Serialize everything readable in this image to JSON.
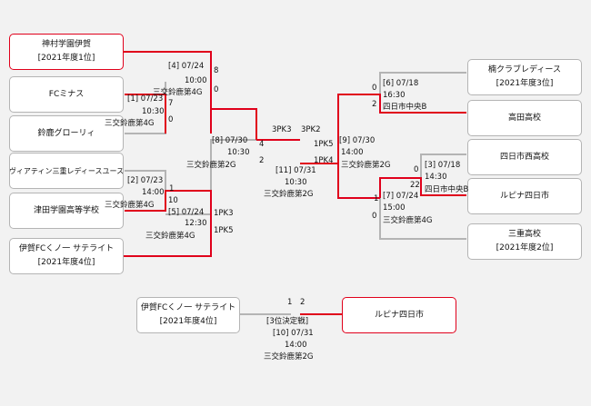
{
  "teams": {
    "kamimura": {
      "name": "神村学園伊賀",
      "note": "[2021年度1位]"
    },
    "fc_minasu": {
      "name": "FCミナス"
    },
    "suzuka_glory": {
      "name": "鈴鹿グローリィ"
    },
    "viatin": {
      "name": "ヴィアティン三重レディースユース"
    },
    "tsuda": {
      "name": "津田学園高等学校"
    },
    "iga_satellite": {
      "name": "伊賀FCくノ一 サテライト",
      "note": "[2021年度4位]"
    },
    "kusu": {
      "name": "楠クラブレディース",
      "note": "[2021年度3位]"
    },
    "takada": {
      "name": "高田高校"
    },
    "yokkaichi_nishi": {
      "name": "四日市西高校"
    },
    "rupina_yokkaichi": {
      "name": "ルピナ四日市"
    },
    "mie": {
      "name": "三重高校",
      "note": "[2021年度2位]"
    },
    "third_iga": {
      "name": "伊賀FCくノ一 サテライト",
      "note": "[2021年度4位]"
    },
    "third_rupina": {
      "name": "ルピナ四日市"
    }
  },
  "matches": {
    "m1": {
      "label": "[1] 07/23",
      "time": "10:30",
      "venue": "三交鈴鹿第4G",
      "score_top": "7",
      "score_bottom": "0"
    },
    "m2": {
      "label": "[2] 07/23",
      "time": "14:00",
      "venue": "三交鈴鹿第4G",
      "score_top": "1",
      "score_bottom": "10"
    },
    "m3": {
      "label": "[3] 07/18",
      "time": "14:30",
      "venue": "四日市中央B",
      "score_top": "0",
      "score_bottom": "22"
    },
    "m4": {
      "label": "[4] 07/24",
      "time": "10:00",
      "venue": "三交鈴鹿第4G",
      "score_top": "8",
      "score_bottom": "0"
    },
    "m5": {
      "label": "[5] 07/24",
      "time": "12:30",
      "venue": "三交鈴鹿第4G",
      "score_top": "1PK3",
      "score_bottom": "1PK5"
    },
    "m6": {
      "label": "[6] 07/18",
      "time": "16:30",
      "venue": "四日市中央B",
      "score_top": "0",
      "score_bottom": "2"
    },
    "m7": {
      "label": "[7] 07/24",
      "time": "15:00",
      "venue": "三交鈴鹿第4G",
      "score_top": "1",
      "score_bottom": "0"
    },
    "m8": {
      "label": "[8] 07/30",
      "time": "10:30",
      "venue": "三交鈴鹿第2G",
      "score_top": "4",
      "score_bottom": "2"
    },
    "m9": {
      "label": "[9] 07/30",
      "time": "14:00",
      "venue": "三交鈴鹿第2G",
      "score_top": "1PK5",
      "score_bottom": "1PK4"
    },
    "m11": {
      "label": "[11] 07/31",
      "time": "10:30",
      "venue": "三交鈴鹿第2G",
      "score_left": "3PK3",
      "score_right": "3PK2"
    },
    "m10": {
      "title": "[3位決定戦]",
      "label": "[10] 07/31",
      "time": "14:00",
      "venue": "三交鈴鹿第2G",
      "score_left": "1",
      "score_right": "2"
    }
  },
  "colors": {
    "winner_line": "#e0001b",
    "line": "#b4b4b4",
    "winner_box": "#e0001b",
    "box": "#b4b4b4",
    "background": "#f2f2f2"
  }
}
